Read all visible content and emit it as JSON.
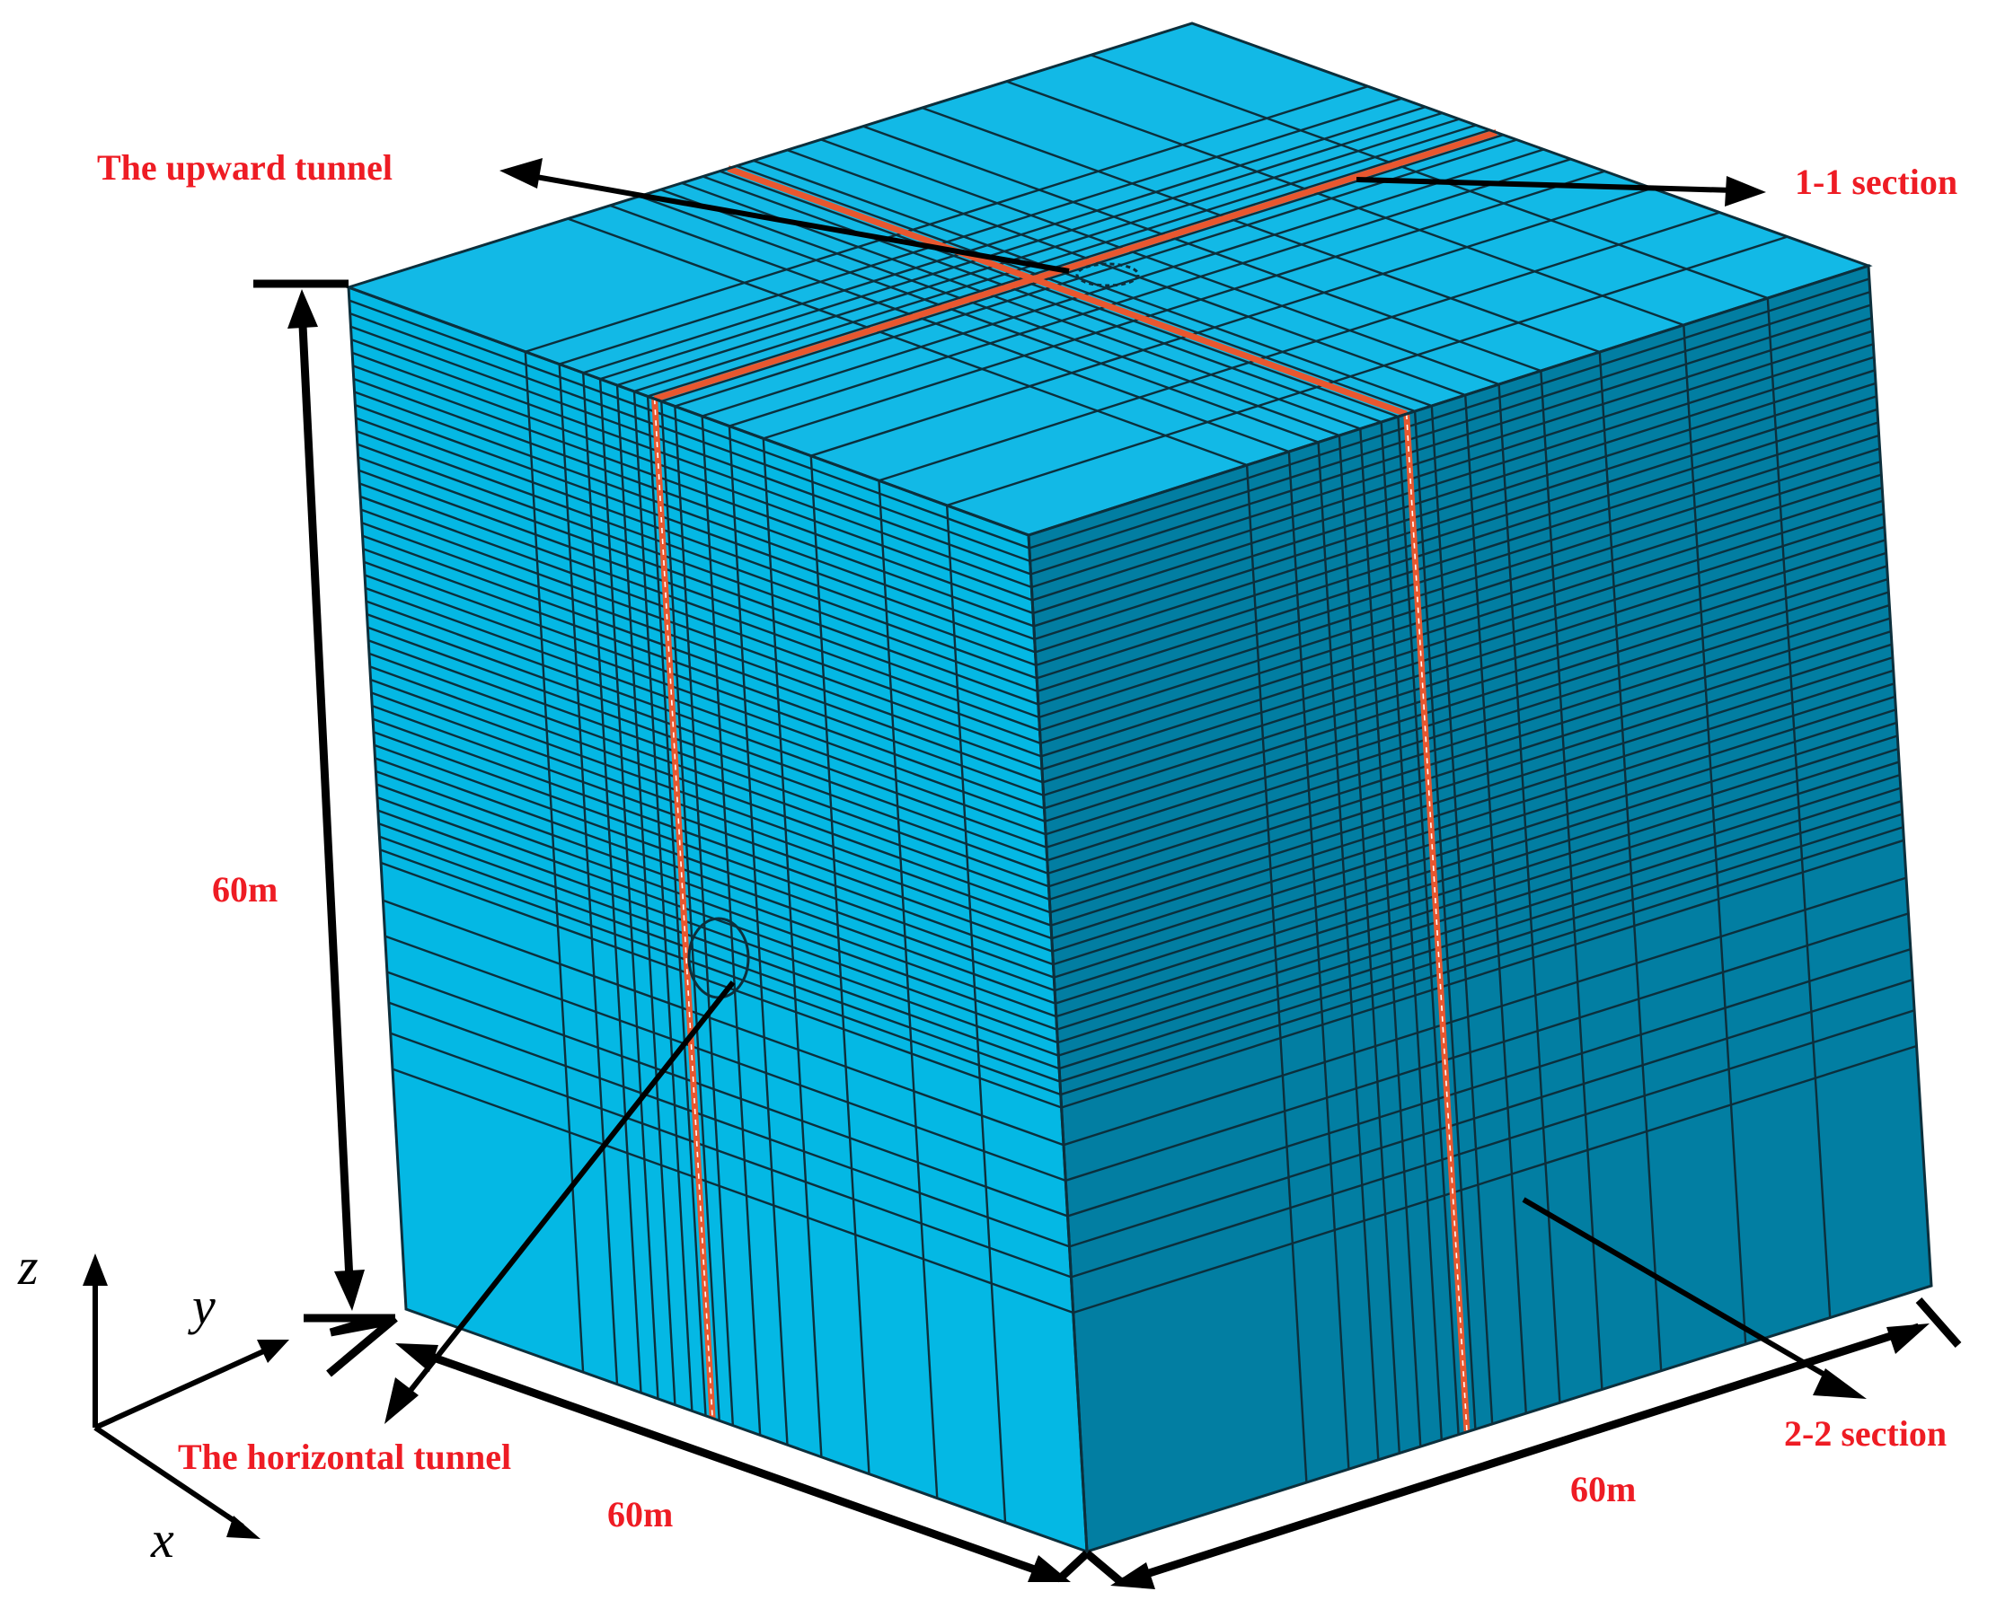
{
  "colors": {
    "front_face": "#04b8e4",
    "right_face": "#027ea2",
    "top_face": "#12b9e6",
    "grid_line": "#0c2f3c",
    "tunnel": "#e8572f",
    "label": "#ee1c24",
    "arrow": "#000000"
  },
  "labels": {
    "upward_tunnel": "The upward tunnel",
    "section_1_1": "1-1 section",
    "height": "60m",
    "horizontal_tunnel": "The horizontal tunnel",
    "width_x": "60m",
    "width_y": "60m",
    "section_2_2": "2-2 section"
  },
  "axes": {
    "z": "z",
    "y": "y",
    "x": "x"
  }
}
